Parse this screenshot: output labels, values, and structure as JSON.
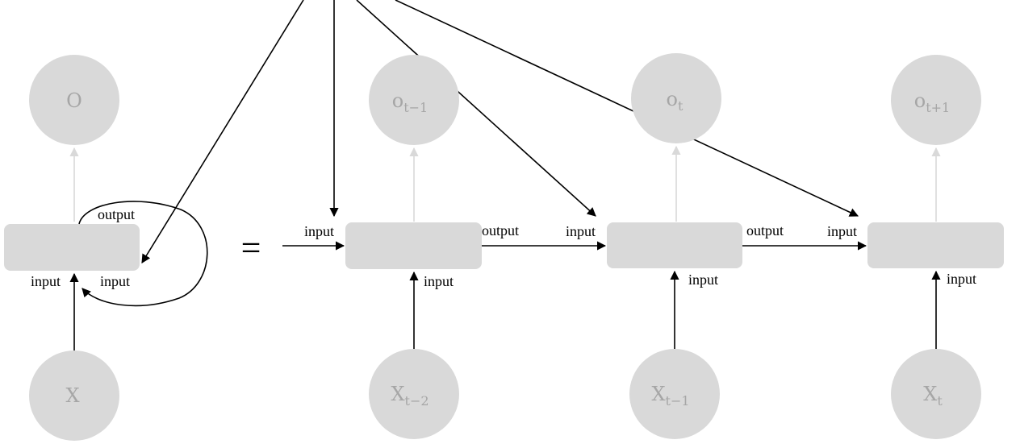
{
  "colors": {
    "node_fill": "#d9d9d9",
    "node_text": "#a6a6a6",
    "arrow": "#000000",
    "faint_arrow": "#d9d9d9"
  },
  "folded": {
    "output_node": {
      "main": "O",
      "sub": ""
    },
    "input_node": {
      "main": "X",
      "sub": ""
    },
    "label_output": "output",
    "label_input_left": "input",
    "label_input_right": "input"
  },
  "equals": "=",
  "unrolled": {
    "outputs": [
      {
        "main": "o",
        "sub": "t−1"
      },
      {
        "main": "o",
        "sub": "t"
      },
      {
        "main": "o",
        "sub": "t+1"
      }
    ],
    "inputs": [
      {
        "main": "X",
        "sub": "t−2"
      },
      {
        "main": "X",
        "sub": "t−1"
      },
      {
        "main": "X",
        "sub": "t"
      }
    ],
    "labels": {
      "in_left_1": "input",
      "out_1": "output",
      "in_left_2": "input",
      "out_2": "output",
      "in_left_3": "input",
      "in_bottom_1": "input",
      "in_bottom_2": "input",
      "in_bottom_3": "input"
    }
  }
}
